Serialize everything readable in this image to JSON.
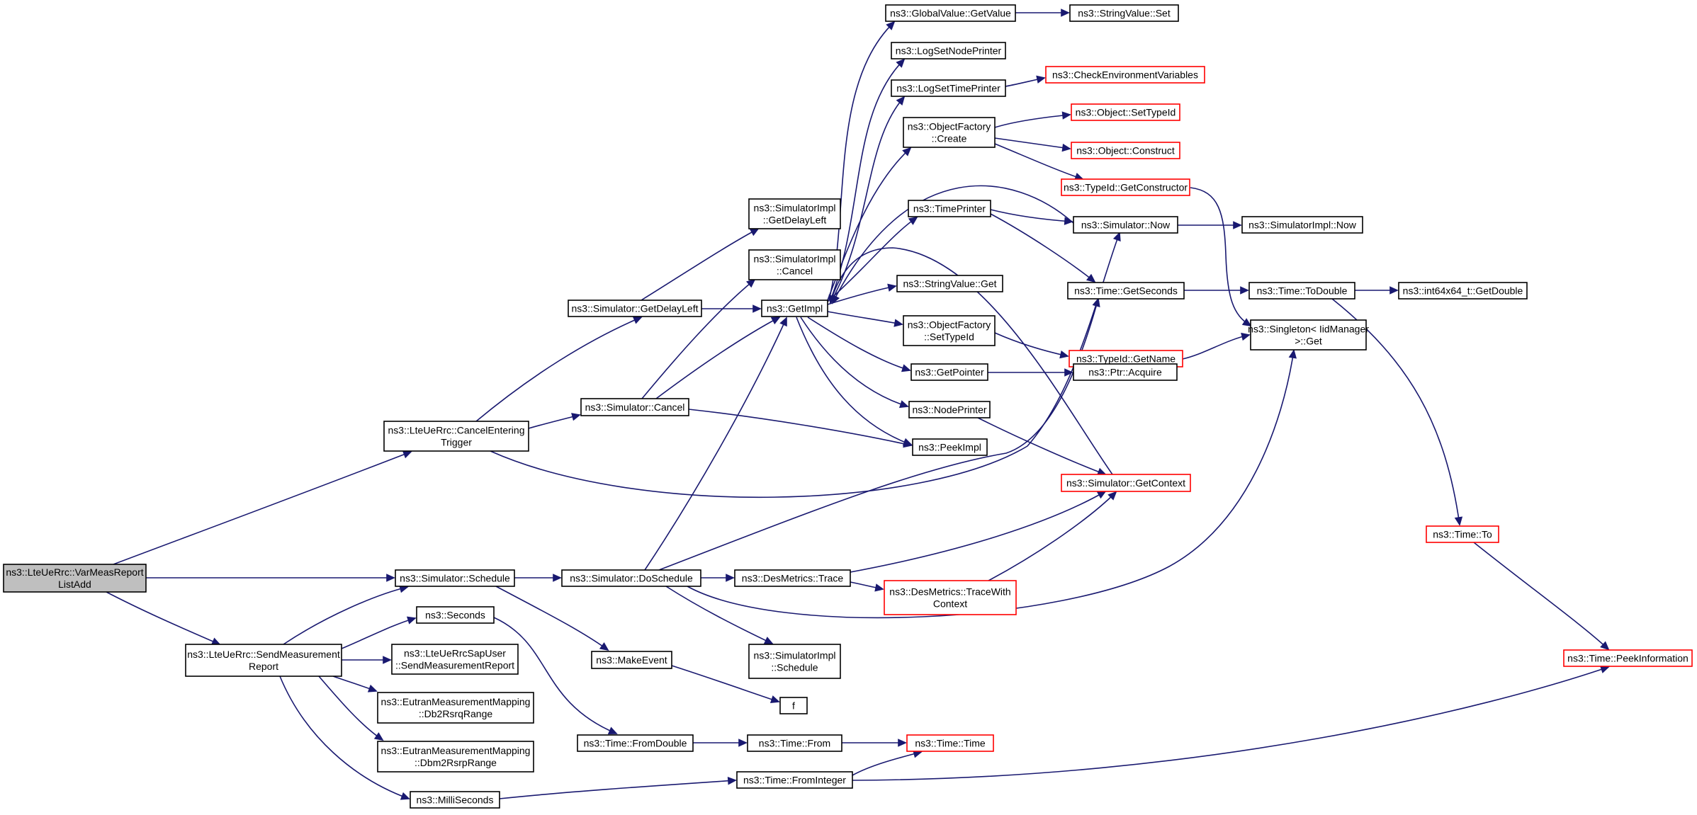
{
  "colors": {
    "edge": "#191970",
    "node_border": "#000000",
    "node_border_red": "#ff0000",
    "root_fill": "#bfbfbf",
    "background": "#ffffff"
  },
  "nodes": [
    {
      "id": "root",
      "lines": [
        "ns3::LteUeRrc::VarMeasReport",
        "ListAdd"
      ],
      "style": "root"
    },
    {
      "id": "cancelEntering",
      "lines": [
        "ns3::LteUeRrc::CancelEntering",
        "Trigger"
      ],
      "style": "normal"
    },
    {
      "id": "schedule",
      "lines": [
        "ns3::Simulator::Schedule"
      ],
      "style": "normal"
    },
    {
      "id": "sendMeas",
      "lines": [
        "ns3::LteUeRrc::SendMeasurement",
        "Report"
      ],
      "style": "normal"
    },
    {
      "id": "simGetDelayLeft",
      "lines": [
        "ns3::Simulator::GetDelayLeft"
      ],
      "style": "normal"
    },
    {
      "id": "simCancel",
      "lines": [
        "ns3::Simulator::Cancel"
      ],
      "style": "normal"
    },
    {
      "id": "implGetDelayLeft",
      "lines": [
        "ns3::SimulatorImpl",
        "::GetDelayLeft"
      ],
      "style": "normal"
    },
    {
      "id": "implCancel",
      "lines": [
        "ns3::SimulatorImpl",
        "::Cancel"
      ],
      "style": "normal"
    },
    {
      "id": "getImpl",
      "lines": [
        "ns3::GetImpl"
      ],
      "style": "normal"
    },
    {
      "id": "globalGetValue",
      "lines": [
        "ns3::GlobalValue::GetValue"
      ],
      "style": "normal"
    },
    {
      "id": "stringValueSet",
      "lines": [
        "ns3::StringValue::Set"
      ],
      "style": "normal"
    },
    {
      "id": "logSetNodePrinter",
      "lines": [
        "ns3::LogSetNodePrinter"
      ],
      "style": "normal"
    },
    {
      "id": "logSetTimePrinter",
      "lines": [
        "ns3::LogSetTimePrinter"
      ],
      "style": "normal"
    },
    {
      "id": "checkEnv",
      "lines": [
        "ns3::CheckEnvironmentVariables"
      ],
      "style": "red"
    },
    {
      "id": "objFactoryCreate",
      "lines": [
        "ns3::ObjectFactory",
        "::Create"
      ],
      "style": "normal"
    },
    {
      "id": "objSetTypeId",
      "lines": [
        "ns3::Object::SetTypeId"
      ],
      "style": "red"
    },
    {
      "id": "objConstruct",
      "lines": [
        "ns3::Object::Construct"
      ],
      "style": "red"
    },
    {
      "id": "typeIdGetConstructor",
      "lines": [
        "ns3::TypeId::GetConstructor"
      ],
      "style": "red"
    },
    {
      "id": "timePrinter",
      "lines": [
        "ns3::TimePrinter"
      ],
      "style": "normal"
    },
    {
      "id": "simNow",
      "lines": [
        "ns3::Simulator::Now"
      ],
      "style": "normal"
    },
    {
      "id": "implNow",
      "lines": [
        "ns3::SimulatorImpl::Now"
      ],
      "style": "normal"
    },
    {
      "id": "stringValueGet",
      "lines": [
        "ns3::StringValue::Get"
      ],
      "style": "normal"
    },
    {
      "id": "timeGetSeconds",
      "lines": [
        "ns3::Time::GetSeconds"
      ],
      "style": "normal"
    },
    {
      "id": "timeToDouble",
      "lines": [
        "ns3::Time::ToDouble"
      ],
      "style": "normal"
    },
    {
      "id": "int64GetDouble",
      "lines": [
        "ns3::int64x64_t::GetDouble"
      ],
      "style": "normal"
    },
    {
      "id": "objFactorySetTypeId",
      "lines": [
        "ns3::ObjectFactory",
        "::SetTypeId"
      ],
      "style": "normal"
    },
    {
      "id": "typeIdGetName",
      "lines": [
        "ns3::TypeId::GetName"
      ],
      "style": "red"
    },
    {
      "id": "singletonGet",
      "lines": [
        "ns3::Singleton< IidManager",
        ">::Get"
      ],
      "style": "normal"
    },
    {
      "id": "getPointer",
      "lines": [
        "ns3::GetPointer"
      ],
      "style": "normal"
    },
    {
      "id": "ptrAcquire",
      "lines": [
        "ns3::Ptr::Acquire"
      ],
      "style": "normal"
    },
    {
      "id": "nodePrinter",
      "lines": [
        "ns3::NodePrinter"
      ],
      "style": "normal"
    },
    {
      "id": "peekImpl",
      "lines": [
        "ns3::PeekImpl"
      ],
      "style": "normal"
    },
    {
      "id": "simGetContext",
      "lines": [
        "ns3::Simulator::GetContext"
      ],
      "style": "red"
    },
    {
      "id": "timeTo",
      "lines": [
        "ns3::Time::To"
      ],
      "style": "red"
    },
    {
      "id": "simDoSchedule",
      "lines": [
        "ns3::Simulator::DoSchedule"
      ],
      "style": "normal"
    },
    {
      "id": "desTrace",
      "lines": [
        "ns3::DesMetrics::Trace"
      ],
      "style": "normal"
    },
    {
      "id": "desTraceWith",
      "lines": [
        "ns3::DesMetrics::TraceWith",
        "Context"
      ],
      "style": "red"
    },
    {
      "id": "seconds",
      "lines": [
        "ns3::Seconds"
      ],
      "style": "normal"
    },
    {
      "id": "sapUserSend",
      "lines": [
        "ns3::LteUeRrcSapUser",
        "::SendMeasurementReport"
      ],
      "style": "normal"
    },
    {
      "id": "makeEvent",
      "lines": [
        "ns3::MakeEvent"
      ],
      "style": "normal"
    },
    {
      "id": "implSchedule",
      "lines": [
        "ns3::SimulatorImpl",
        "::Schedule"
      ],
      "style": "normal"
    },
    {
      "id": "db2Rsrq",
      "lines": [
        "ns3::EutranMeasurementMapping",
        "::Db2RsrqRange"
      ],
      "style": "normal"
    },
    {
      "id": "f",
      "lines": [
        "f"
      ],
      "style": "normal"
    },
    {
      "id": "timePeekInfo",
      "lines": [
        "ns3::Time::PeekInformation"
      ],
      "style": "red"
    },
    {
      "id": "timeFromDouble",
      "lines": [
        "ns3::Time::FromDouble"
      ],
      "style": "normal"
    },
    {
      "id": "timeFrom",
      "lines": [
        "ns3::Time::From"
      ],
      "style": "normal"
    },
    {
      "id": "timeTime",
      "lines": [
        "ns3::Time::Time"
      ],
      "style": "red"
    },
    {
      "id": "dbm2Rsrp",
      "lines": [
        "ns3::EutranMeasurementMapping",
        "::Dbm2RsrpRange"
      ],
      "style": "normal"
    },
    {
      "id": "timeFromInteger",
      "lines": [
        "ns3::Time::FromInteger"
      ],
      "style": "normal"
    },
    {
      "id": "milliSeconds",
      "lines": [
        "ns3::MilliSeconds"
      ],
      "style": "normal"
    }
  ],
  "edges": [
    [
      "root",
      "cancelEntering"
    ],
    [
      "root",
      "schedule"
    ],
    [
      "root",
      "sendMeas"
    ],
    [
      "cancelEntering",
      "simGetDelayLeft"
    ],
    [
      "cancelEntering",
      "simCancel"
    ],
    [
      "cancelEntering",
      "simNow"
    ],
    [
      "simGetDelayLeft",
      "implGetDelayLeft"
    ],
    [
      "simGetDelayLeft",
      "getImpl"
    ],
    [
      "simCancel",
      "implCancel"
    ],
    [
      "simCancel",
      "getImpl"
    ],
    [
      "simCancel",
      "peekImpl"
    ],
    [
      "getImpl",
      "globalGetValue"
    ],
    [
      "getImpl",
      "logSetNodePrinter"
    ],
    [
      "getImpl",
      "logSetTimePrinter"
    ],
    [
      "getImpl",
      "objFactoryCreate"
    ],
    [
      "getImpl",
      "timePrinter"
    ],
    [
      "getImpl",
      "stringValueGet"
    ],
    [
      "getImpl",
      "objFactorySetTypeId"
    ],
    [
      "getImpl",
      "getPointer"
    ],
    [
      "getImpl",
      "nodePrinter"
    ],
    [
      "getImpl",
      "peekImpl"
    ],
    [
      "globalGetValue",
      "stringValueSet"
    ],
    [
      "logSetTimePrinter",
      "checkEnv"
    ],
    [
      "objFactoryCreate",
      "objSetTypeId"
    ],
    [
      "objFactoryCreate",
      "objConstruct"
    ],
    [
      "objFactoryCreate",
      "typeIdGetConstructor"
    ],
    [
      "typeIdGetConstructor",
      "singletonGet"
    ],
    [
      "timePrinter",
      "simNow"
    ],
    [
      "timePrinter",
      "timeGetSeconds"
    ],
    [
      "simNow",
      "implNow"
    ],
    [
      "simNow",
      "getImpl"
    ],
    [
      "timeGetSeconds",
      "timeToDouble"
    ],
    [
      "timeToDouble",
      "int64GetDouble"
    ],
    [
      "timeToDouble",
      "timeTo"
    ],
    [
      "objFactorySetTypeId",
      "typeIdGetName"
    ],
    [
      "typeIdGetName",
      "singletonGet"
    ],
    [
      "getPointer",
      "ptrAcquire"
    ],
    [
      "nodePrinter",
      "simGetContext"
    ],
    [
      "simGetContext",
      "getImpl"
    ],
    [
      "timeTo",
      "timePeekInfo"
    ],
    [
      "schedule",
      "simDoSchedule"
    ],
    [
      "schedule",
      "makeEvent"
    ],
    [
      "simDoSchedule",
      "getImpl"
    ],
    [
      "simDoSchedule",
      "timeGetSeconds"
    ],
    [
      "simDoSchedule",
      "desTrace"
    ],
    [
      "simDoSchedule",
      "implSchedule"
    ],
    [
      "simDoSchedule",
      "singletonGet"
    ],
    [
      "desTrace",
      "simGetContext"
    ],
    [
      "desTrace",
      "desTraceWith"
    ],
    [
      "desTraceWith",
      "simGetContext"
    ],
    [
      "makeEvent",
      "f"
    ],
    [
      "sendMeas",
      "schedule"
    ],
    [
      "sendMeas",
      "seconds"
    ],
    [
      "sendMeas",
      "sapUserSend"
    ],
    [
      "sendMeas",
      "db2Rsrq"
    ],
    [
      "sendMeas",
      "dbm2Rsrp"
    ],
    [
      "sendMeas",
      "milliSeconds"
    ],
    [
      "seconds",
      "timeFromDouble"
    ],
    [
      "timeFromDouble",
      "timeFrom"
    ],
    [
      "timeFrom",
      "timeTime"
    ],
    [
      "milliSeconds",
      "timeFromInteger"
    ],
    [
      "timeFromInteger",
      "timeTime"
    ],
    [
      "timeFromInteger",
      "timePeekInfo"
    ]
  ]
}
